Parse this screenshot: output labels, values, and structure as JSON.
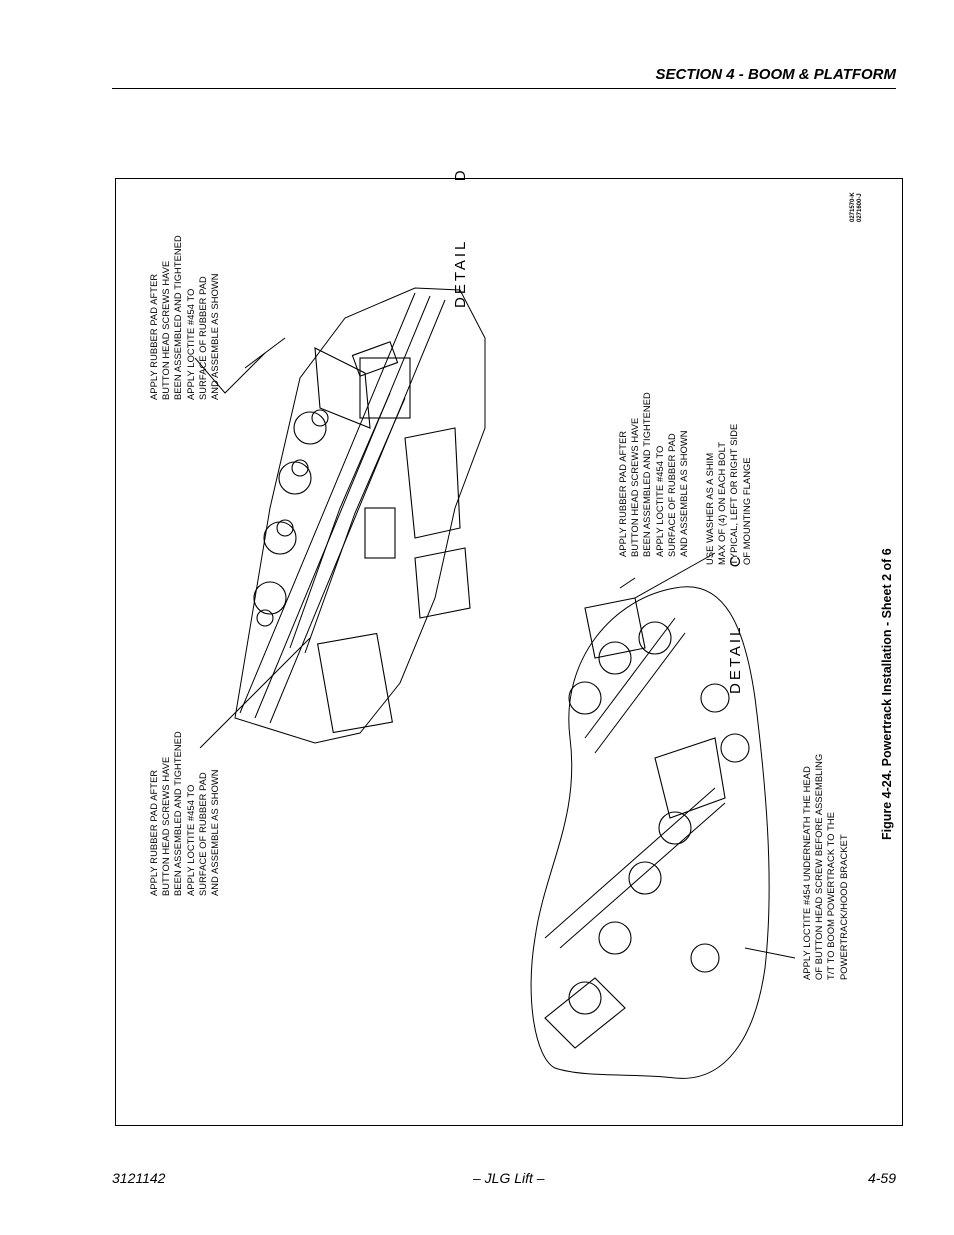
{
  "header": {
    "section_title": "SECTION 4 - BOOM & PLATFORM"
  },
  "figure": {
    "caption": "Figure 4-24.  Powertrack Installation - Sheet 2 of 6",
    "drawing_numbers": [
      "0271570-K",
      "0271600-J"
    ],
    "detail_d": {
      "label": "DETAIL",
      "letter": "D"
    },
    "detail_c": {
      "label": "DETAIL",
      "letter": "C"
    },
    "notes": {
      "rubber_pad_top": [
        "APPLY RUBBER PAD AFTER",
        "BUTTON HEAD SCREWS HAVE",
        "BEEN ASSEMBLED AND TIGHTENED",
        "APPLY LOCTITE #454 TO",
        "SURFACE OF RUBBER PAD",
        "AND ASSEMBLE AS SHOWN"
      ],
      "rubber_pad_bottom": [
        "APPLY RUBBER PAD AFTER",
        "BUTTON HEAD SCREWS HAVE",
        "BEEN ASSEMBLED AND TIGHTENED",
        "APPLY LOCTITE #454 TO",
        "SURFACE OF RUBBER PAD",
        "AND ASSEMBLE AS SHOWN"
      ],
      "rubber_pad_detail_c": [
        "APPLY RUBBER PAD AFTER",
        "BUTTON HEAD SCREWS HAVE",
        "BEEN ASSEMBLED AND TIGHTENED",
        "APPLY LOCTITE #454 TO",
        "SURFACE OF RUBBER PAD",
        "AND ASSEMBLE AS SHOWN"
      ],
      "washer": [
        "USE WASHER AS A SHIM",
        "MAX OF (4) ON EACH BOLT",
        "TYPICAL, LEFT OR RIGHT SIDE",
        "OF MOUNTING FLANGE"
      ],
      "loctite_head": [
        "APPLY LOCTITE #454 UNDERNEATH THE HEAD",
        "OF BUTTON HEAD SCREW BEFORE ASSEMBLING",
        "T/T TO BOOM POWERTRACK TO THE",
        "POWERTRACK/HOOD BRACKET"
      ]
    }
  },
  "footer": {
    "doc_number": "3121142",
    "center": "– JLG Lift –",
    "page": "4-59"
  }
}
